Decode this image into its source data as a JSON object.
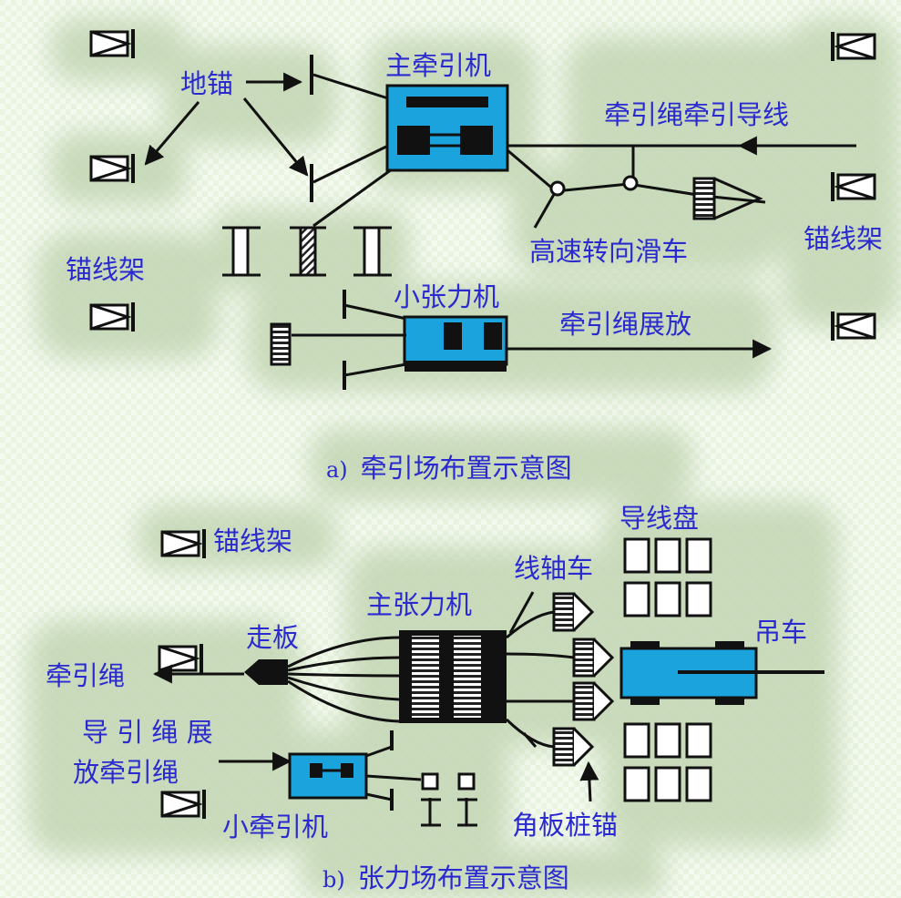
{
  "section_a": {
    "labels": {
      "ground_anchor": "地锚",
      "main_puller": "主牵引机",
      "pilot_rope_pulls_conductor": "牵引绳牵引导线",
      "anchor_rack_left": "锚线架",
      "anchor_rack_right": "锚线架",
      "high_speed_turning_block": "高速转向滑车",
      "small_tensioner": "小张力机",
      "pilot_rope_payout": "牵引绳展放"
    },
    "caption_prefix": "a)",
    "caption": "牵引场布置示意图"
  },
  "section_b": {
    "labels": {
      "anchor_rack": "锚线架",
      "conductor_reel": "导线盘",
      "reel_stand": "线轴车",
      "main_tensioner": "主张力机",
      "running_board": "走板",
      "crane": "吊车",
      "pilot_rope": "牵引绳",
      "guide_rope_line1": "导 引 绳 展",
      "guide_rope_line2": "放牵引绳",
      "small_puller": "小牵引机",
      "angle_plate_anchor": "角板桩锚"
    },
    "caption_prefix": "b)",
    "caption": "张力场布置示意图"
  },
  "colors": {
    "machine_blue": "#1aa3dd",
    "label_blue": "#2a2ad0",
    "line_black": "#111111",
    "halo_green": "#c3d6b4"
  },
  "icons": [
    "anchor-rack-icon",
    "ground-anchor-icon",
    "tension-drum-icon",
    "reel-icon",
    "arrow-icon"
  ]
}
